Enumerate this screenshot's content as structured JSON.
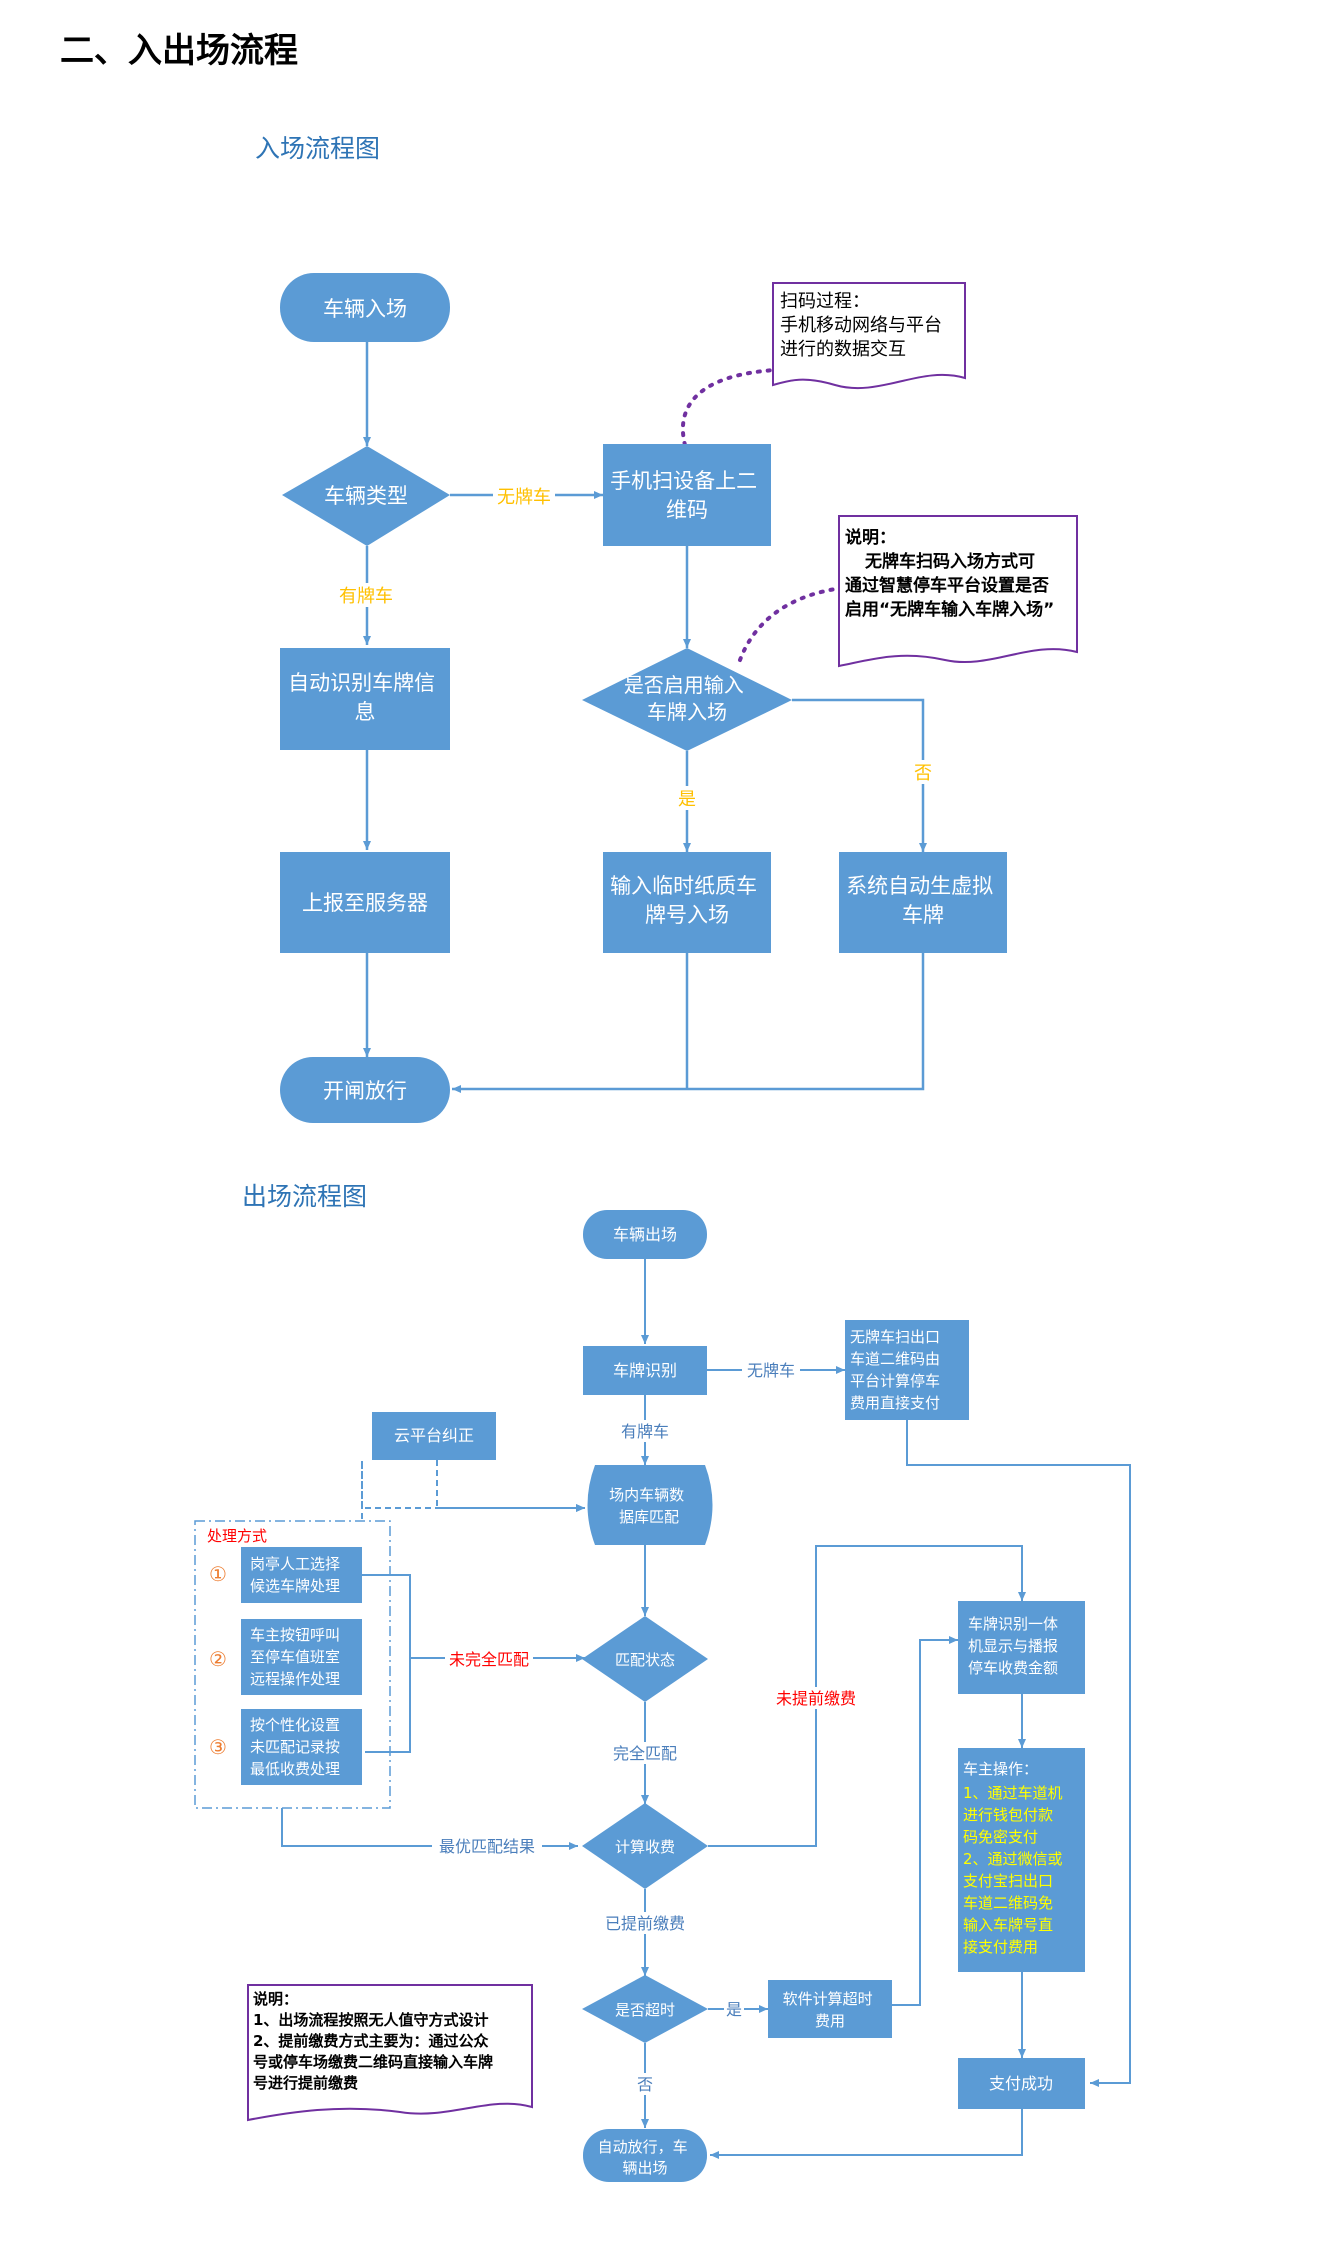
{
  "page": {
    "section_title": "二、入出场流程"
  },
  "entry": {
    "title": "入场流程图",
    "start": "车辆入场",
    "vehicle_type": "车辆类型",
    "no_plate_label": "无牌车",
    "has_plate_label": "有牌车",
    "scan_qr": [
      "手机扫设备上二",
      "维码"
    ],
    "auto_recognize": [
      "自动识别车牌信",
      "息"
    ],
    "report_server": "上报至服务器",
    "enable_input": [
      "是否启用输入",
      "车牌入场"
    ],
    "yes_label": "是",
    "no_label": "否",
    "input_temp": [
      "输入临时纸质车",
      "牌号入场"
    ],
    "auto_virtual": [
      "系统自动生虚拟",
      "车牌"
    ],
    "open_gate": "开闸放行",
    "note1": [
      "扫码过程：",
      "手机移动网络与平台",
      "进行的数据交互"
    ],
    "note2": [
      "说明：",
      "无牌车扫码入场方式可",
      "通过智慧停车平台设置是否",
      "启用“无牌车输入车牌入场”"
    ]
  },
  "exit": {
    "title": "出场流程图",
    "start": "车辆出场",
    "plate_recognize": "车牌识别",
    "no_plate_label": "无牌车",
    "no_plate_box": [
      "无牌车扫出口",
      "车道二维码由",
      "平台计算停车",
      "费用直接支付"
    ],
    "has_plate_label": "有牌车",
    "cloud_correct": "云平台纠正",
    "db_match": [
      "场内车辆数",
      "据库匹配"
    ],
    "method_title": "处理方式",
    "methods": [
      {
        "num": "①",
        "lines": [
          "岗亭人工选择",
          "候选车牌处理"
        ]
      },
      {
        "num": "②",
        "lines": [
          "车主按钮呼叫",
          "至停车值班室",
          "远程操作处理"
        ]
      },
      {
        "num": "③",
        "lines": [
          "按个性化设置",
          "未匹配记录按",
          "最低收费处理"
        ]
      }
    ],
    "not_full_match": "未完全匹配",
    "match_status": "匹配状态",
    "full_match": "完全匹配",
    "best_result": "最优匹配结果",
    "calc_fee": "计算收费",
    "not_prepaid": "未提前缴费",
    "display_box": [
      "车牌识别一体",
      "机显示与播报",
      "停车收费金额"
    ],
    "owner_ops": [
      "车主操作：",
      "1、通过车道机",
      "进行钱包付款",
      "码免密支付",
      "2、通过微信或",
      "支付宝扫出口",
      "车道二维码免",
      "输入车牌号直",
      "接支付费用"
    ],
    "prepaid": "已提前缴费",
    "timeout": "是否超时",
    "yes_label": "是",
    "no_label": "否",
    "soft_calc": [
      "软件计算超时",
      "费用"
    ],
    "pay_success": "支付成功",
    "auto_release": [
      "自动放行，车",
      "辆出场"
    ],
    "note": [
      "说明：",
      "1、出场流程按照无人值守方式设计",
      "2、提前缴费方式主要为：通过公众",
      "号或停车场缴费二维码直接输入车牌",
      "号进行提前缴费"
    ]
  },
  "colors": {
    "box_fill": "#5b9bd5",
    "connector": "#5b9bd5",
    "label_gold": "#ffc000",
    "label_red": "#ff0000",
    "label_blue": "#4a7ebb",
    "owner_text": "#ffff00",
    "owner_fill": "#5b9bd5",
    "note_border": "#7030a0",
    "title_blue": "#2e74b5"
  }
}
